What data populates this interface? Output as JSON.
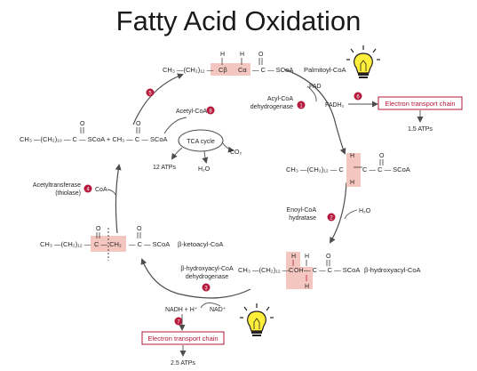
{
  "title": "Fatty Acid Oxidation",
  "molecules": {
    "palmitoyl": {
      "left": "CH₃ —(CH₂)₁₂ —",
      "c_beta": "Cβ",
      "c_alpha": "Cα",
      "right": "— C — SCoA",
      "h": "H",
      "o": "O",
      "name": "Palmitoyl-CoA"
    },
    "enoyl": {
      "text": "CH₃ —(CH₂)₁₂ — C",
      "c2": "C — C — SCoA",
      "h": "H",
      "o": "O"
    },
    "hydroxyacyl": {
      "text": "CH₃ —(CH₂)₁₂ —",
      "coh": "C",
      "oh": "OH",
      "rest": "— C — C — SCoA",
      "h": "H",
      "o": "O",
      "name": "β-hydroxyacyl-CoA"
    },
    "ketoacyl": {
      "left": "CH₃ —(CH₂)₁₂ —",
      "mid": "C — CH₂",
      "right": "— C — SCoA",
      "o": "O",
      "name": "β-ketoacyl-CoA"
    },
    "products": {
      "text1": "CH₃ —(CH₂)₁₀ — C — SCoA + CH₃ — C — SCoA",
      "o": "O"
    }
  },
  "enzymes": {
    "e1_line1": "Acyl-CoA",
    "e1_line2": "dehydrogenase",
    "e2_line1": "Enoyl-CoA",
    "e2_line2": "hydratase",
    "e3_line1": "β-hydroxyacyl-CoA",
    "e3_line2": "dehydrogenase",
    "e4_line1": "Acetyltransferase",
    "e4_line2": "(thiolase)",
    "coa": "CoA"
  },
  "cofactors": {
    "fad": "FAD",
    "fadh2": "FADH₂",
    "h2o_in": "H₂O",
    "nadh": "NADH + H⁺",
    "nad": "NAD⁺"
  },
  "tca": {
    "acetyl": "Acetyl-CoA",
    "cycle": "TCA cycle",
    "co2": "CO₂",
    "h2o": "H₂O",
    "atp": "12 ATPs"
  },
  "etc": {
    "top_label": "Electron transport chain",
    "top_atp": "1.5 ATPs",
    "bottom_label": "Electron transport chain",
    "bottom_atp": "2.5 ATPs"
  },
  "steps": [
    "1",
    "2",
    "3",
    "4",
    "5",
    "6",
    "7",
    "8"
  ],
  "colors": {
    "step": "#b5193b",
    "highlight": "#f4c6c0",
    "etc_border": "#b5193b",
    "bulb": "#ffef3a"
  }
}
